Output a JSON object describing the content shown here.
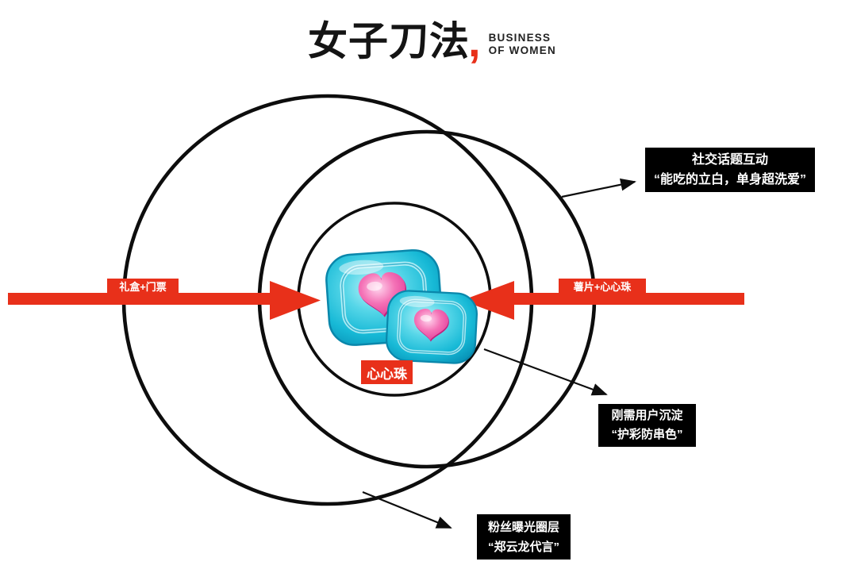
{
  "logo": {
    "brand_cn": "女子刀法",
    "comma": ",",
    "brand_en_line1": "BUSINESS",
    "brand_en_line2": "OF WOMEN"
  },
  "arrows": {
    "left_label": "礼盒+门票",
    "right_label": "薯片+心心珠"
  },
  "center": {
    "product_label": "心心珠"
  },
  "annotations": {
    "social": {
      "line1": "社交话题互动",
      "line2": "“能吃的立白，单身超洗爱”"
    },
    "core_users": {
      "line1": "刚需用户沉淀",
      "line2": "“护彩防串色”"
    },
    "fans": {
      "line1": "粉丝曝光圈层",
      "line2": "“郑云龙代言”"
    }
  },
  "colors": {
    "accent_red": "#e8301a",
    "box_black": "#000000",
    "circle_stroke": "#0d0d0d",
    "pod_cyan": "#12b5d3",
    "heart_pink": "#ec4899"
  }
}
